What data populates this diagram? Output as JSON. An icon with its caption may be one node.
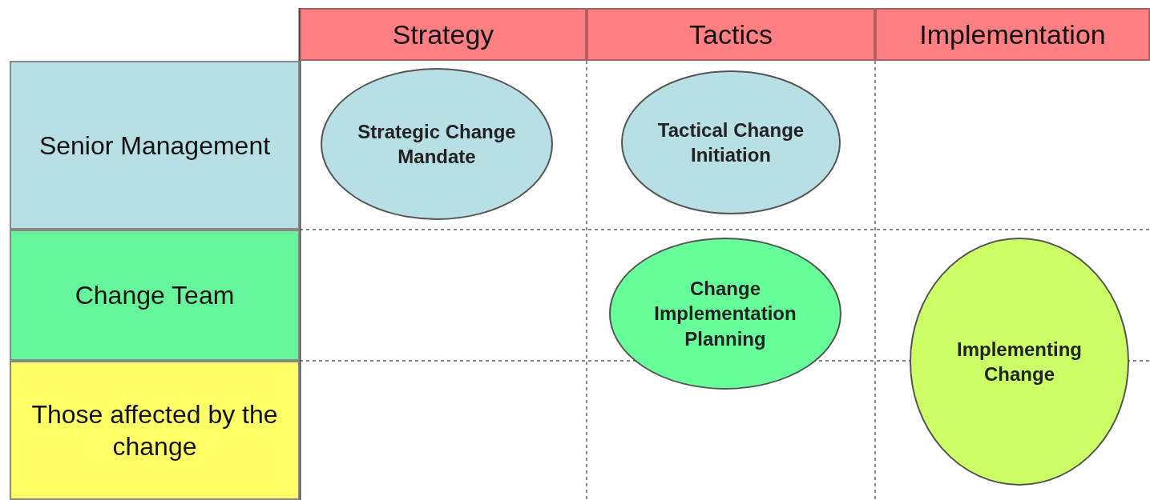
{
  "diagram": {
    "nodes": [
      {
        "text": [
          "Strategy"
        ]
      },
      {
        "text": [
          "Tactics"
        ]
      },
      {
        "text": [
          "Implementation"
        ]
      },
      {
        "text": [
          "Senior Management"
        ]
      },
      {
        "text": [
          "Change Team"
        ]
      },
      {
        "text": [
          "Those affected by the change"
        ]
      },
      {
        "text": [
          "Strategic Change Mandate"
        ]
      },
      {
        "text": [
          "Tactical Change Initiation"
        ]
      },
      {
        "text": [
          "Change Implementation Planning"
        ]
      },
      {
        "text": [
          "Implementing Change"
        ]
      }
    ]
  }
}
